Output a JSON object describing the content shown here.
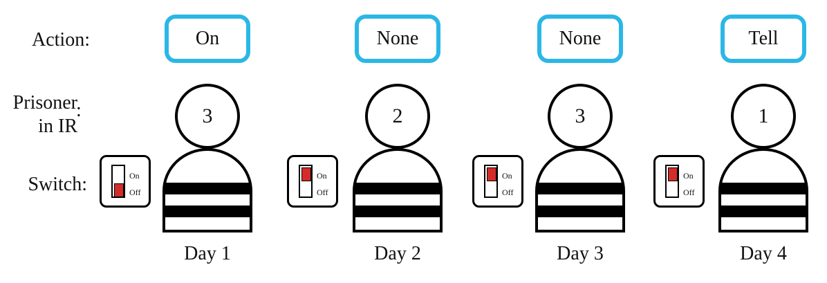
{
  "row_labels": {
    "action": "Action:",
    "prisoner_line1": "Prisoner",
    "prisoner_line2": "in IR",
    "prisoner_colon": ":",
    "switch": "Switch:"
  },
  "switch_labels": {
    "on": "On",
    "off": "Off"
  },
  "colors": {
    "action_border": "#2bb7e6",
    "switch_knob": "#d42b2b"
  },
  "days": [
    {
      "action": "On",
      "prisoner": "3",
      "switch_state": "off",
      "day_label": "Day 1"
    },
    {
      "action": "None",
      "prisoner": "2",
      "switch_state": "on",
      "day_label": "Day 2"
    },
    {
      "action": "None",
      "prisoner": "3",
      "switch_state": "on",
      "day_label": "Day 3"
    },
    {
      "action": "Tell",
      "prisoner": "1",
      "switch_state": "on",
      "day_label": "Day 4"
    }
  ]
}
